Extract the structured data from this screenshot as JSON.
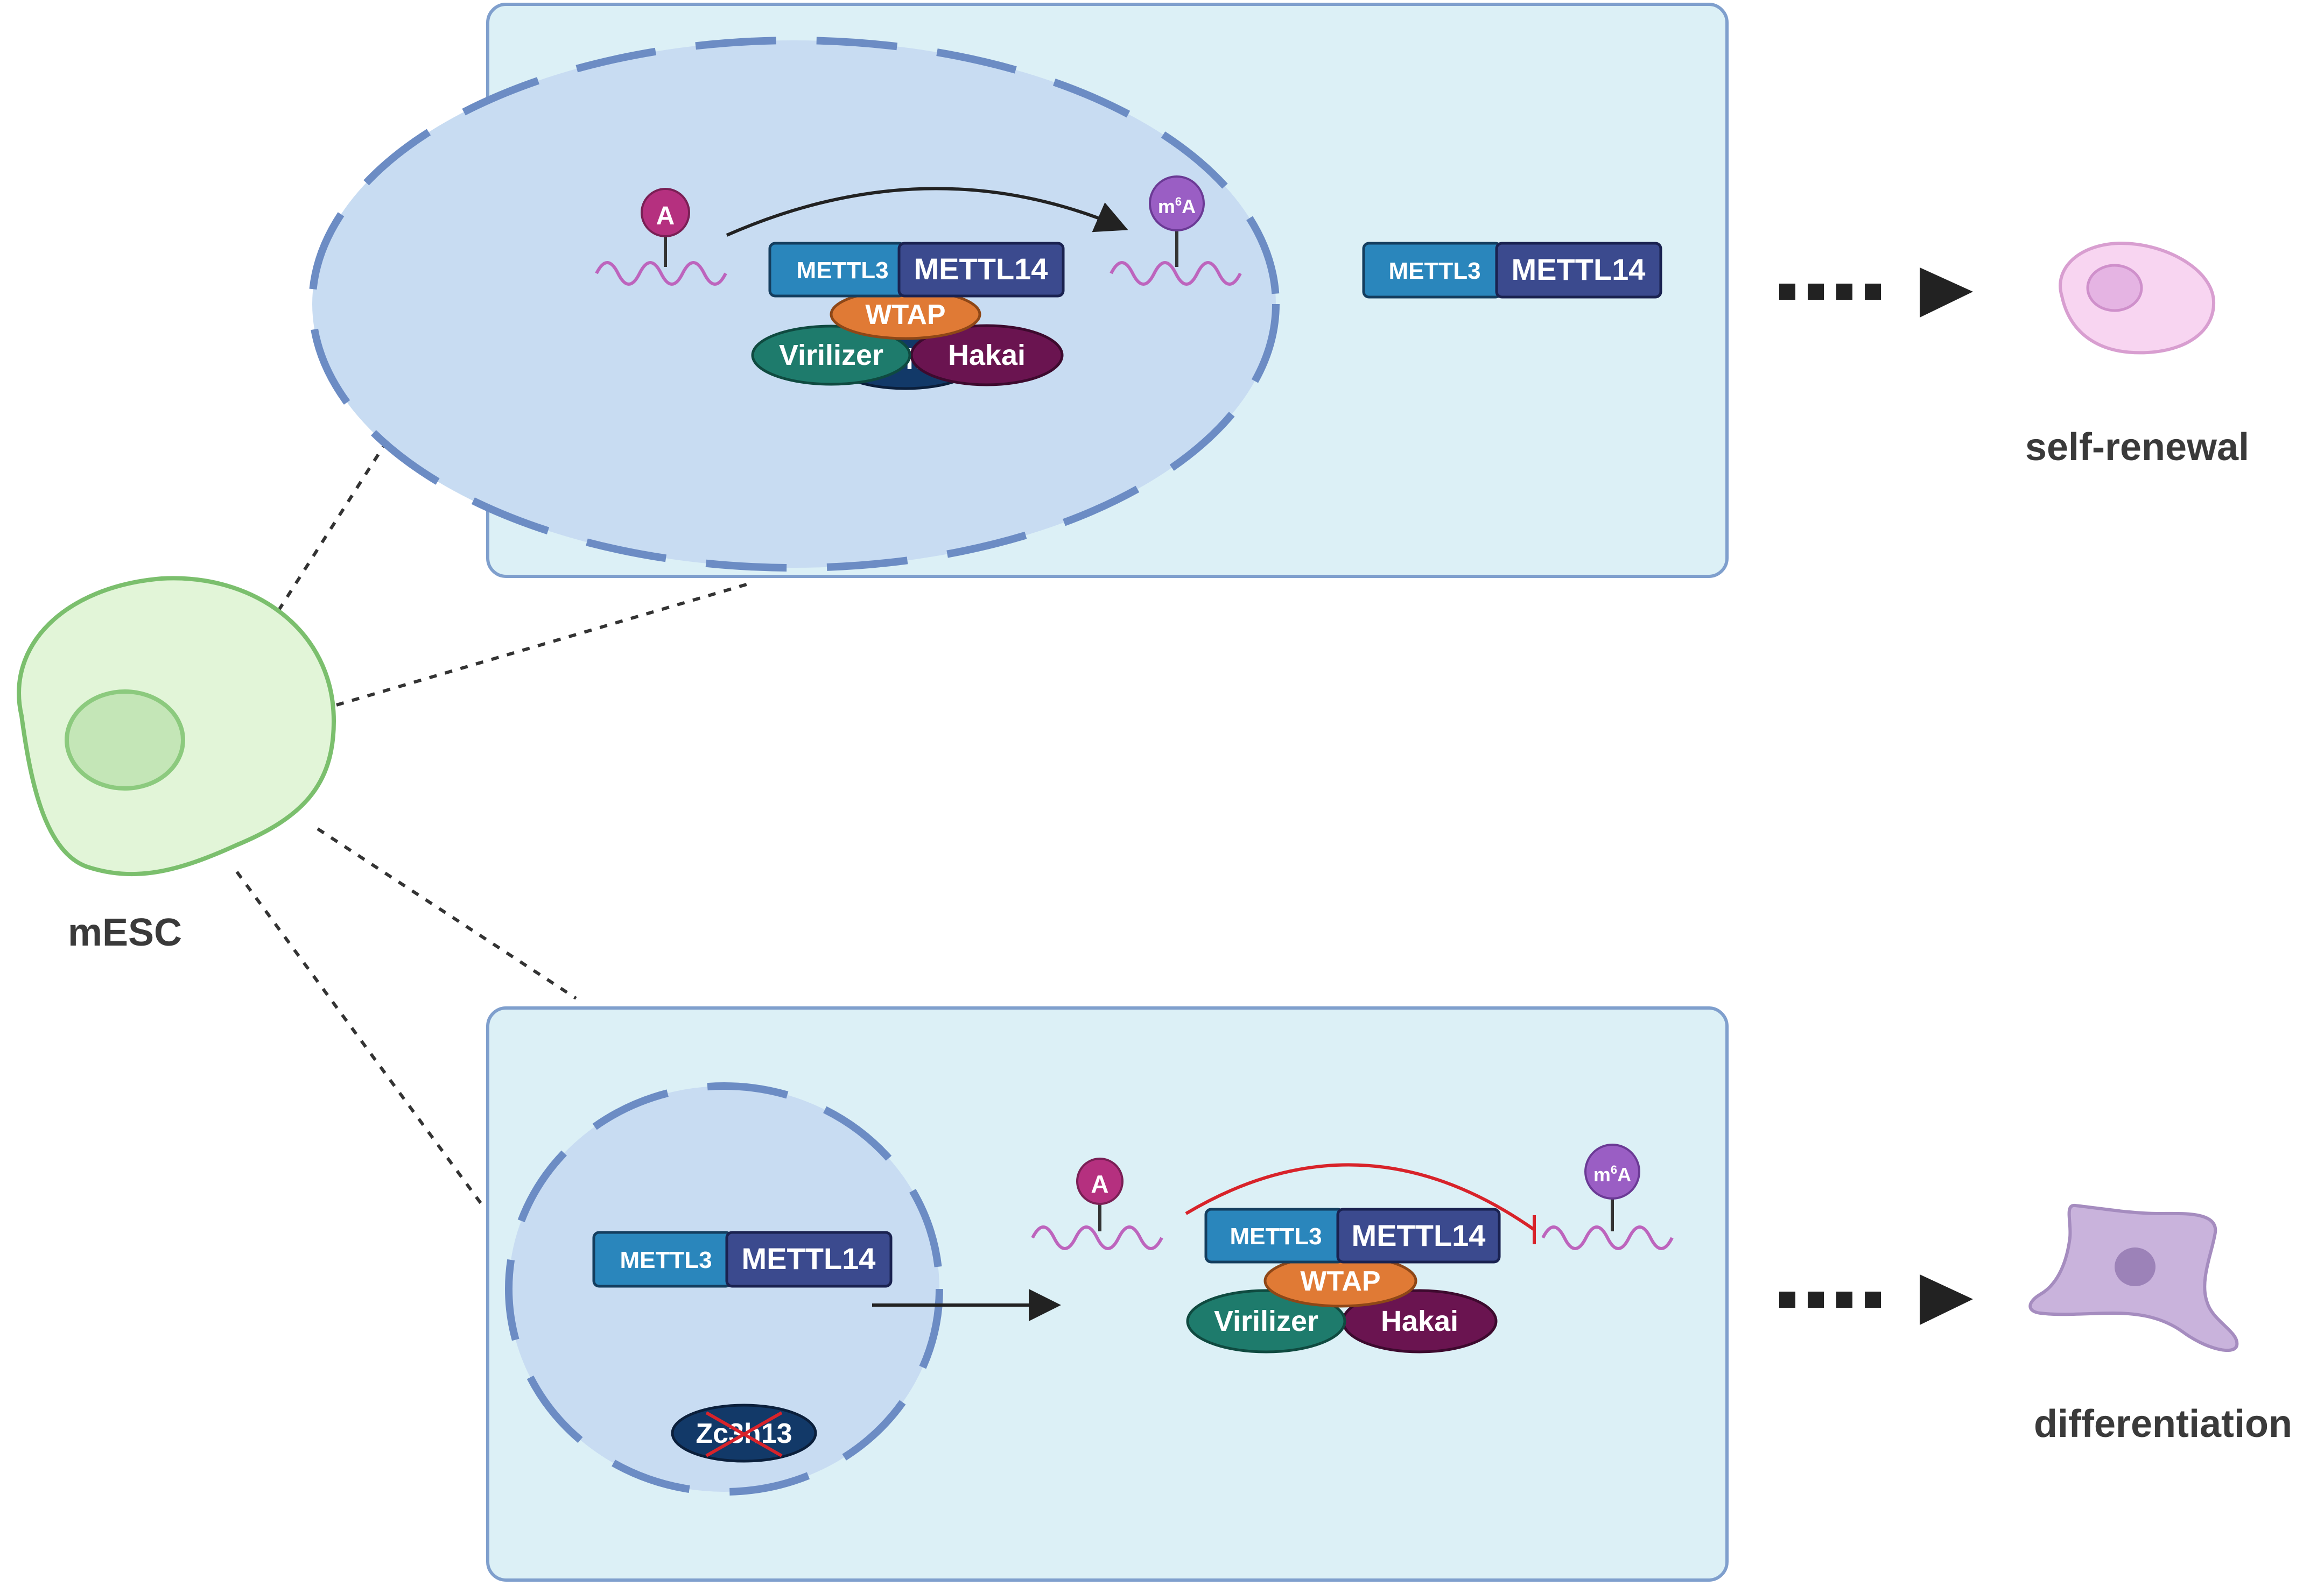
{
  "labels": {
    "mesc": "mESC",
    "self_renewal": "self-renewal",
    "differentiation": "differentiation"
  },
  "proteins": {
    "mettl3": "METTL3",
    "mettl14": "METTL14",
    "wtap": "WTAP",
    "virilizer": "Virilizer",
    "hakai": "Hakai",
    "zc3h13": "Zc3h13"
  },
  "nucleotides": {
    "a": "A",
    "m6a_m": "m",
    "m6a_sup": "6",
    "m6a_a": "A"
  },
  "colors": {
    "panel_fill": "#dcf0f6",
    "panel_stroke": "#7f9fcd",
    "nucleus_fill": "#c8dcf2",
    "nucleus_stroke": "#6c8cc4",
    "mettl3": "#2a86bc",
    "mettl14": "#3b4a8e",
    "wtap": "#e07a35",
    "virilizer": "#1e7b6c",
    "hakai": "#6a1450",
    "zc3h13": "#123968",
    "nucleotide_a": "#b5307f",
    "nucleotide_m6a": "#9a5ec4",
    "rna": "#bd64bd",
    "inhibition": "#d8232a",
    "mesc_cell": "#e2f5d8",
    "self_renewal_cell": "#f8d5f1",
    "differentiation_cell": "#c9b3dc"
  }
}
